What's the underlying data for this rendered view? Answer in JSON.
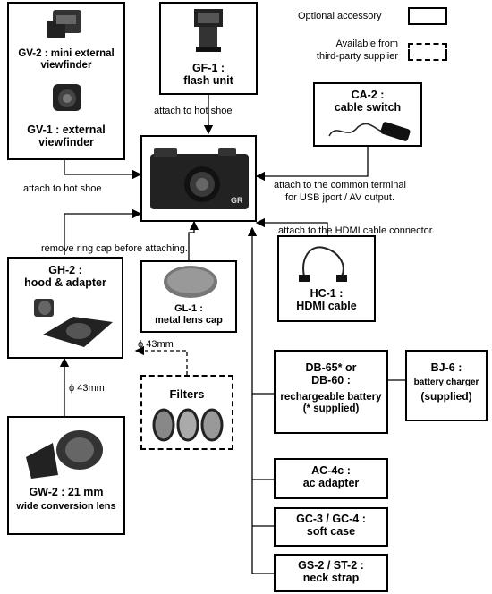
{
  "legend": {
    "optional": "Optional accessory",
    "third_party": "Available from\nthird-party supplier"
  },
  "items": {
    "gv2": "GV-2 : mini external\nviewfinder",
    "gv1": "GV-1 : external\nviewfinder",
    "gf1": "GF-1 :\nflash unit",
    "ca2": "CA-2 :\ncable switch",
    "gh2": "GH-2 :\nhood & adapter",
    "gl1": "GL-1 :\nmetal lens cap",
    "hc1": "HC-1 :\nHDMI cable",
    "filters": "Filters",
    "db": "DB-65* or\nDB-60 :",
    "db_sub": "rechargeable battery\n(* supplied)",
    "bj6": "BJ-6 :",
    "bj6_sub": "battery charger",
    "bj6_sup": "(supplied)",
    "ac4c": "AC-4c :\nac adapter",
    "gc": "GC-3 / GC-4 :\nsoft case",
    "gs": "GS-2 / ST-2 :\nneck strap",
    "gw2": "GW-2 : 21 mm",
    "gw2_sub": "wide conversion lens"
  },
  "notes": {
    "hot_shoe_flash": "attach to hot shoe",
    "hot_shoe_vf": "attach to hot shoe",
    "common_terminal": "attach to the common terminal\nfor USB jport / AV output.",
    "hdmi": "attach to the HDMI cable connector.",
    "ring_cap": "remove ring cap before attaching.",
    "phi1": "ϕ 43mm",
    "phi2": "ϕ 43mm"
  },
  "camera": {
    "brand": "GR"
  }
}
